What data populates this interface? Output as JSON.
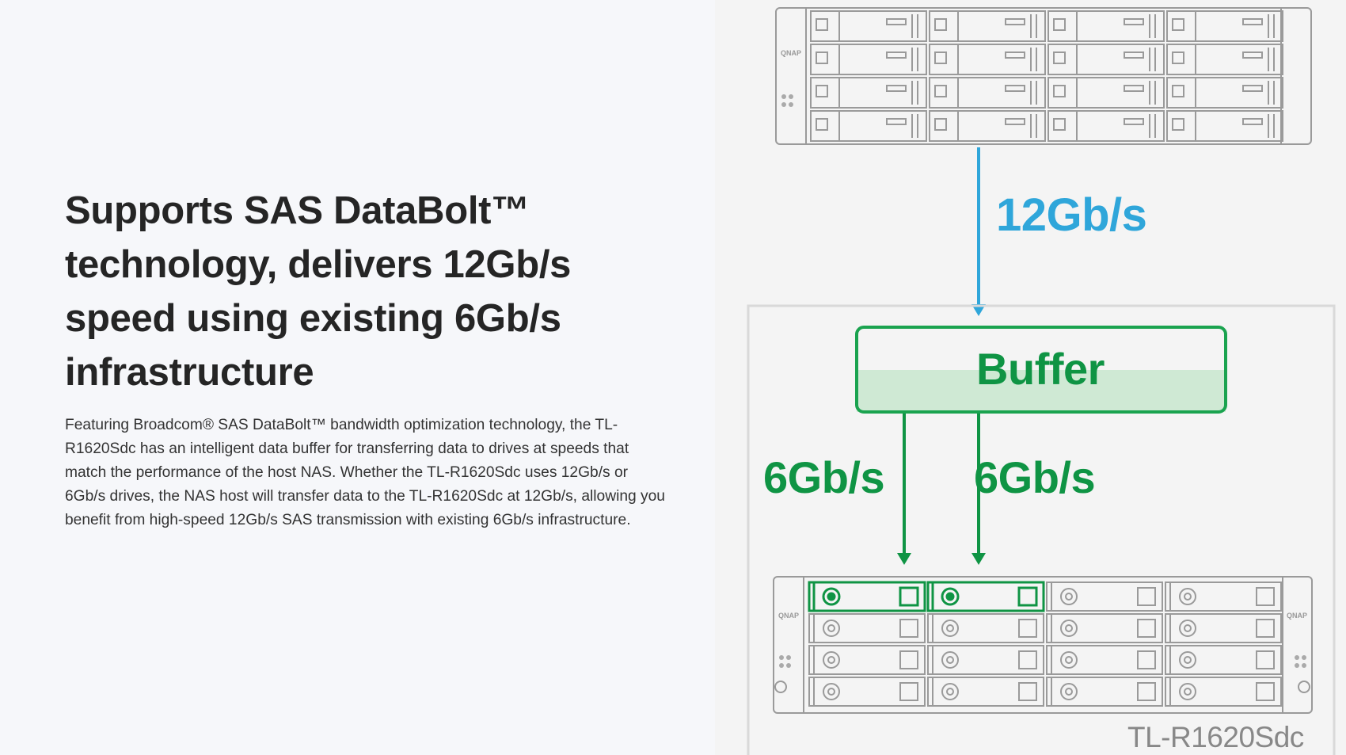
{
  "headline": "Supports SAS DataBolt™ technology, delivers 12Gb/s speed using existing 6Gb/s infrastructure",
  "body_copy": "Featuring Broadcom® SAS DataBolt™ bandwidth optimization technology, the TL-R1620Sdc has an intelligent data buffer for transferring data to drives at speeds that match the performance of the host NAS. Whether the TL-R1620Sdc uses 12Gb/s or 6Gb/s drives, the NAS host will transfer data to the TL-R1620Sdc at 12Gb/s, allowing you benefit from high-speed 12Gb/s SAS transmission with existing 6Gb/s infrastructure.",
  "diagram": {
    "host_speed": "12Gb/s",
    "buffer_label": "Buffer",
    "drive_speed_1": "6Gb/s",
    "drive_speed_2": "6Gb/s",
    "expansion_model": "TL-R1620Sdc",
    "host_logo": "QNAP",
    "expansion_logo_left": "QNAP",
    "expansion_logo_right": "QNAP",
    "colors": {
      "host_link": "#2fa6da",
      "drive_link": "#0f9444",
      "buffer_fill": "#cfe9d4",
      "outline": "#9a9a9a"
    },
    "highlighted_bays": 2
  }
}
